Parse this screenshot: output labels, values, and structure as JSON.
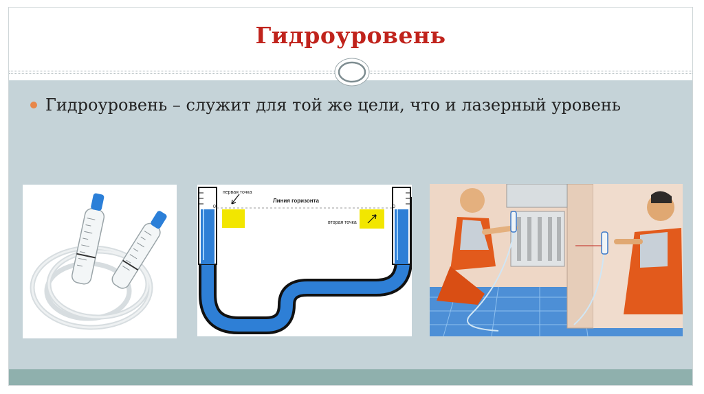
{
  "slide": {
    "title": "Гидроуровень",
    "bullets": [
      "Гидроуровень – служит для той же цели, что и лазерный уровень"
    ]
  },
  "diagram": {
    "first_point_label": "первая точка",
    "horizon_label": "Линия горизонта",
    "second_point_label": "вторая точка",
    "zero_mark_left": "0",
    "zero_mark_right": "0"
  },
  "colors": {
    "title": "#c0231c",
    "content_band": "#c5d3d8",
    "bottom_band": "#8fb0ad",
    "bullet": "#e8874a",
    "water": "#2e7fd6",
    "marker": "#f2e600"
  }
}
